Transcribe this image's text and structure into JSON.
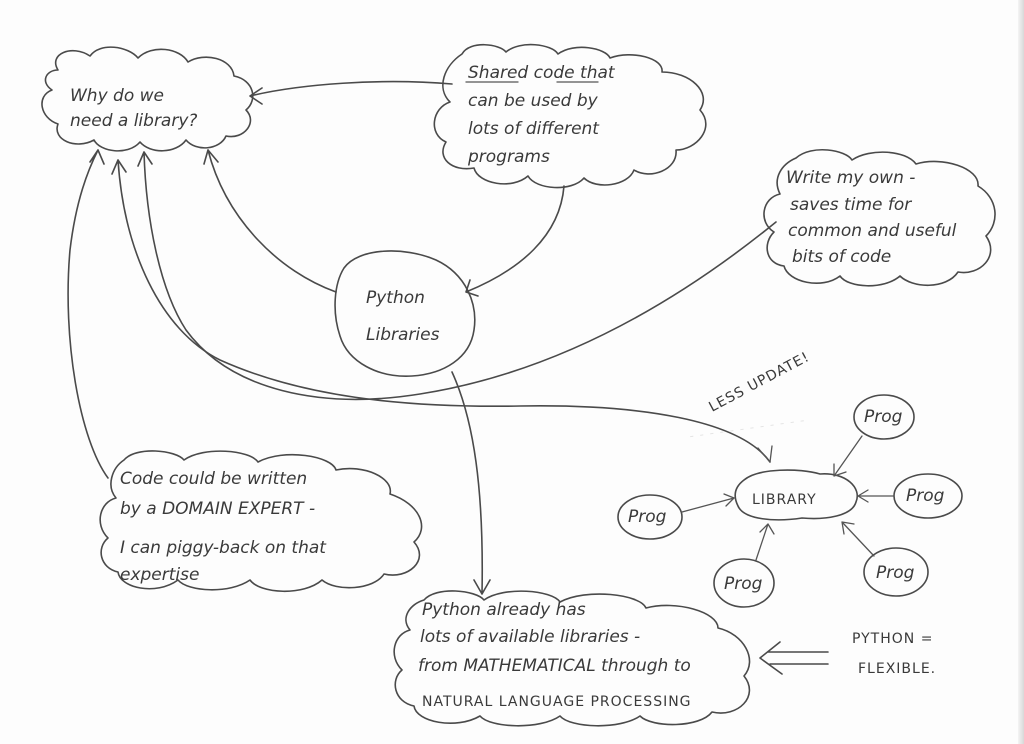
{
  "nodes": {
    "question": {
      "lines": [
        "Why do we",
        "need a library?"
      ]
    },
    "shared": {
      "lines": [
        "Shared code that",
        "can be used by",
        "lots of different",
        "programs"
      ]
    },
    "write_own": {
      "lines": [
        "Write my own -",
        "saves time for",
        "common and useful",
        "bits of code"
      ]
    },
    "python": {
      "lines": [
        "Python",
        "Libraries"
      ]
    },
    "domain": {
      "lines": [
        "Code could be written",
        "by a DOMAIN EXPERT -",
        "I can piggy-back on that",
        "expertise"
      ]
    },
    "already": {
      "lines": [
        "Python already has",
        "lots of available libraries -",
        "from MATHEMATICAL through to",
        "NATURAL LANGUAGE PROCESSING"
      ]
    },
    "flexible": {
      "lines": [
        "PYTHON =",
        "FLEXIBLE."
      ]
    }
  },
  "library_diagram": {
    "center": "LIBRARY",
    "progs": [
      "Prog",
      "Prog",
      "Prog",
      "Prog",
      "Prog"
    ],
    "annotation": "LESS UPDATE!"
  }
}
